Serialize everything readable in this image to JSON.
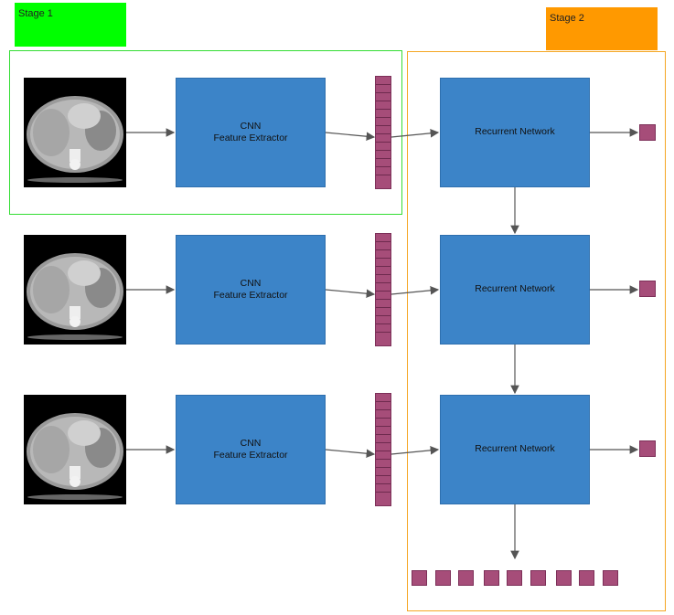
{
  "stage1": {
    "label": "Stage 1",
    "color": "#00ff00"
  },
  "stage2": {
    "label": "Stage 2",
    "color": "#ff9900",
    "border_color": "#f5a623"
  },
  "cnn": {
    "line1": "CNN",
    "line2": "Feature Extractor",
    "color": "#3c84c8"
  },
  "rnn": {
    "label": "Recurrent Network",
    "color": "#3c84c8"
  },
  "feature_color": "#a64d79",
  "rows": 3,
  "output_sequence_length": 9
}
